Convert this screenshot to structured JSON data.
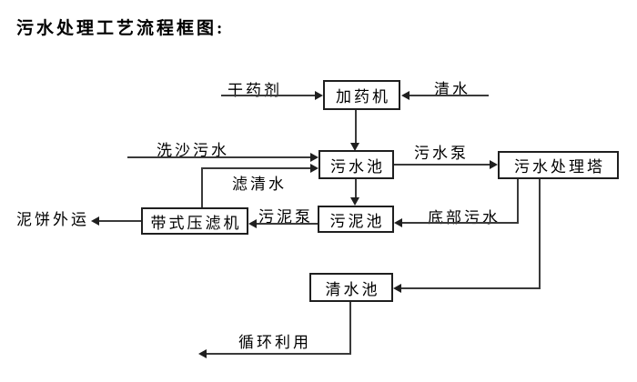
{
  "title": "污水处理工艺流程框图:",
  "diagram": {
    "nodes": {
      "dosing_machine": "加药机",
      "sewage_pool": "污水池",
      "treatment_tower": "污水处理塔",
      "sludge_pool": "污泥池",
      "belt_filter_press": "带式压滤机",
      "clean_water_pool": "清水池"
    },
    "flow_labels": {
      "dry_chemical": "干药剂",
      "clean_water": "清水",
      "sand_washing_sewage": "洗沙污水",
      "filtered_water": "滤清水",
      "sewage_pump": "污水泵",
      "bottom_sewage": "底部污水",
      "sludge_pump": "污泥泵",
      "mud_cake_out": "泥饼外运",
      "recycle_use": "循环利用"
    },
    "colors": {
      "background": "#ffffff",
      "line": "#3a3a3a",
      "box_border": "#1f1f1f",
      "text": "#000000"
    }
  }
}
